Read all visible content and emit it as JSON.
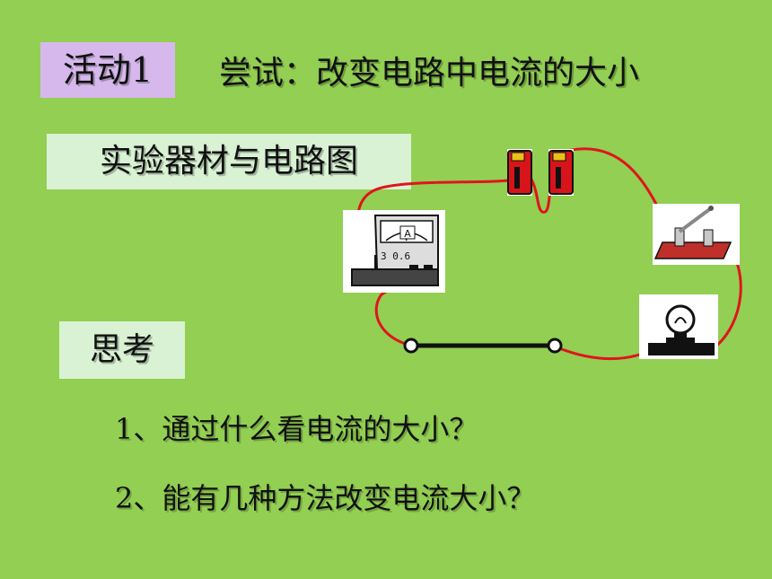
{
  "header": {
    "activity_label": "活动1",
    "activity_title": "尝试：改变电路中电流的大小"
  },
  "materials": {
    "heading": "实验器材与电路图"
  },
  "diagram": {
    "ammeter_symbol": "A",
    "ammeter_scale": "3 0.6"
  },
  "think": {
    "heading": "思考",
    "questions": [
      "1、通过什么看电流的大小？",
      "2、能有几种方法改变电流大小？"
    ]
  },
  "colors": {
    "background": "#92cf52",
    "activity_box": "#d6b8ec",
    "label_box": "#d9f2d3",
    "wire": "#e0141e"
  }
}
